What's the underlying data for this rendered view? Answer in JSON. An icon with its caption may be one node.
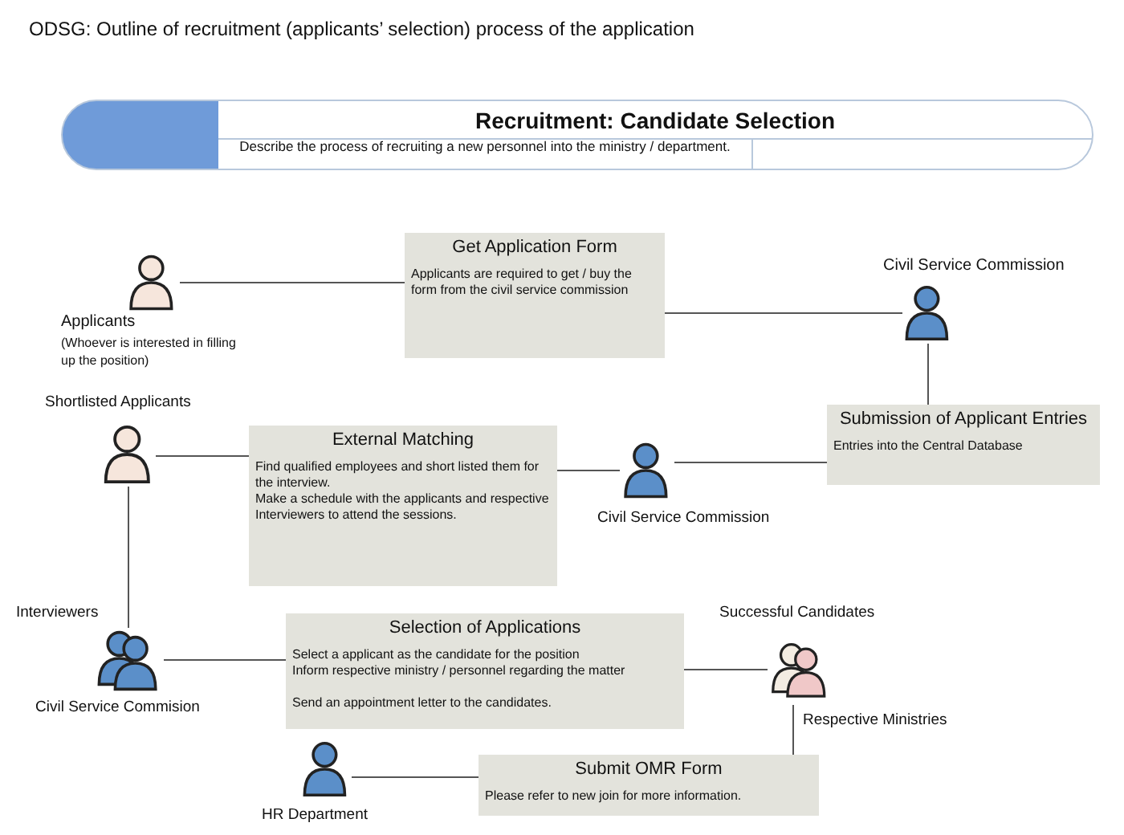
{
  "diagram": {
    "title": "ODSG: Outline of recruitment (applicants’ selection) process of the application",
    "nodes": [
      {
        "text": [
          "Recruitment: Candidate Selection",
          "Describe the process of recruiting a new personnel into the ministry / department."
        ]
      },
      {
        "text": [
          "Applicants",
          "(Whoever is interested in filling up the position)"
        ]
      },
      {
        "text": [
          "Get Application Form",
          "Applicants are required to get / buy the form from the civil service commission"
        ]
      },
      {
        "text": [
          "Civil Service Commission"
        ]
      },
      {
        "text": [
          "Submission of Applicant Entries",
          "Entries into the Central Database"
        ]
      },
      {
        "text": [
          "Shortlisted Applicants"
        ]
      },
      {
        "text": [
          "External Matching",
          "Find qualified employees and short listed them for the interview.",
          "Make a schedule with the applicants and respective Interviewers to attend the sessions."
        ]
      },
      {
        "text": [
          "Civil Service Commission"
        ]
      },
      {
        "text": [
          "Interviewers",
          "Civil Service Commision"
        ]
      },
      {
        "text": [
          "Selection of Applications",
          "Select a applicant as the candidate for the position",
          "Inform respective ministry / personnel regarding the matter",
          "Send an appointment letter to the candidates."
        ]
      },
      {
        "text": [
          "Successful Candidates",
          "Respective Ministries"
        ]
      },
      {
        "text": [
          "Submit OMR Form",
          "Please refer to new join for more information."
        ]
      },
      {
        "text": [
          "HR Department"
        ]
      }
    ],
    "edges": [
      {
        "from": 1,
        "to": 2,
        "arrow": "none"
      },
      {
        "from": 2,
        "to": 3,
        "arrow": "none"
      },
      {
        "from": 3,
        "to": 4,
        "arrow": "none"
      },
      {
        "from": 4,
        "to": 7,
        "arrow": "none"
      },
      {
        "from": 7,
        "to": 6,
        "arrow": "none"
      },
      {
        "from": 6,
        "to": 5,
        "arrow": "none"
      },
      {
        "from": 5,
        "to": 8,
        "arrow": "none"
      },
      {
        "from": 8,
        "to": 9,
        "arrow": "none"
      },
      {
        "from": 9,
        "to": 10,
        "arrow": "none"
      },
      {
        "from": 10,
        "to": 11,
        "arrow": "none"
      },
      {
        "from": 11,
        "to": 12,
        "arrow": "none"
      }
    ]
  }
}
